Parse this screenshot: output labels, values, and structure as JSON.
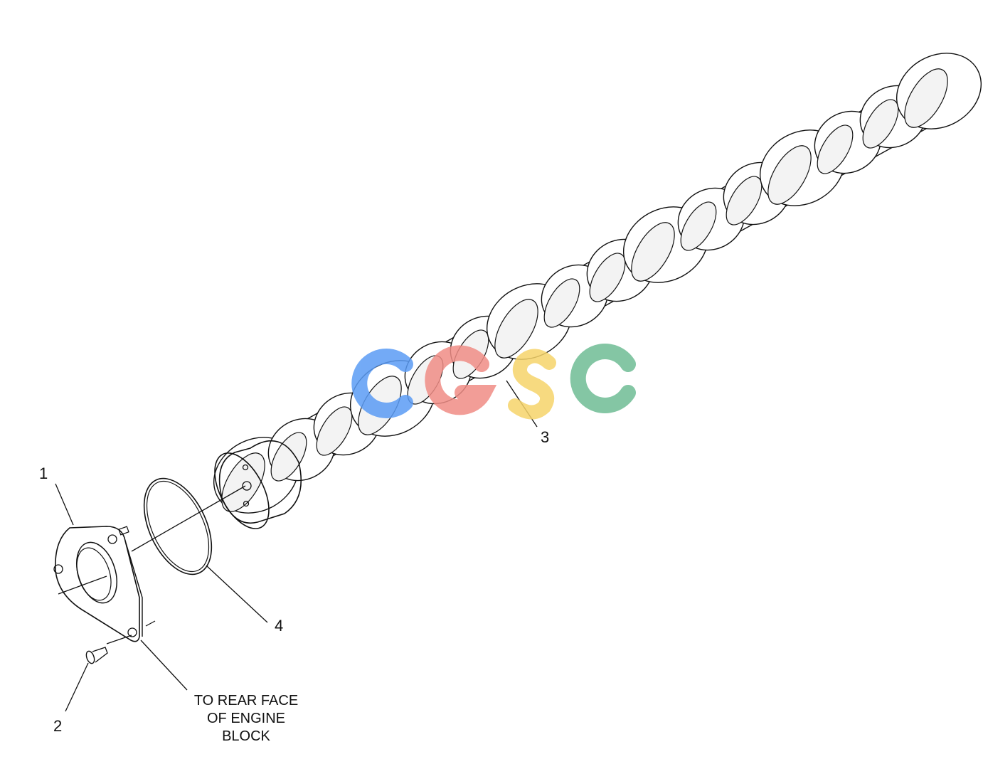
{
  "diagram": {
    "callouts": [
      {
        "id": "1",
        "label": "1"
      },
      {
        "id": "2",
        "label": "2"
      },
      {
        "id": "3",
        "label": "3"
      },
      {
        "id": "4",
        "label": "4"
      }
    ],
    "note_lines": [
      "TO REAR FACE",
      "OF ENGINE",
      "BLOCK"
    ]
  },
  "watermark": {
    "letters": [
      "C",
      "G",
      "S",
      "C"
    ],
    "colors": [
      "#5b9cf5",
      "#f08d86",
      "#f6d46a",
      "#6fbd95"
    ]
  },
  "colors": {
    "ink": "#111111",
    "background": "#ffffff",
    "lobe_shade": "#f3f3f3"
  }
}
